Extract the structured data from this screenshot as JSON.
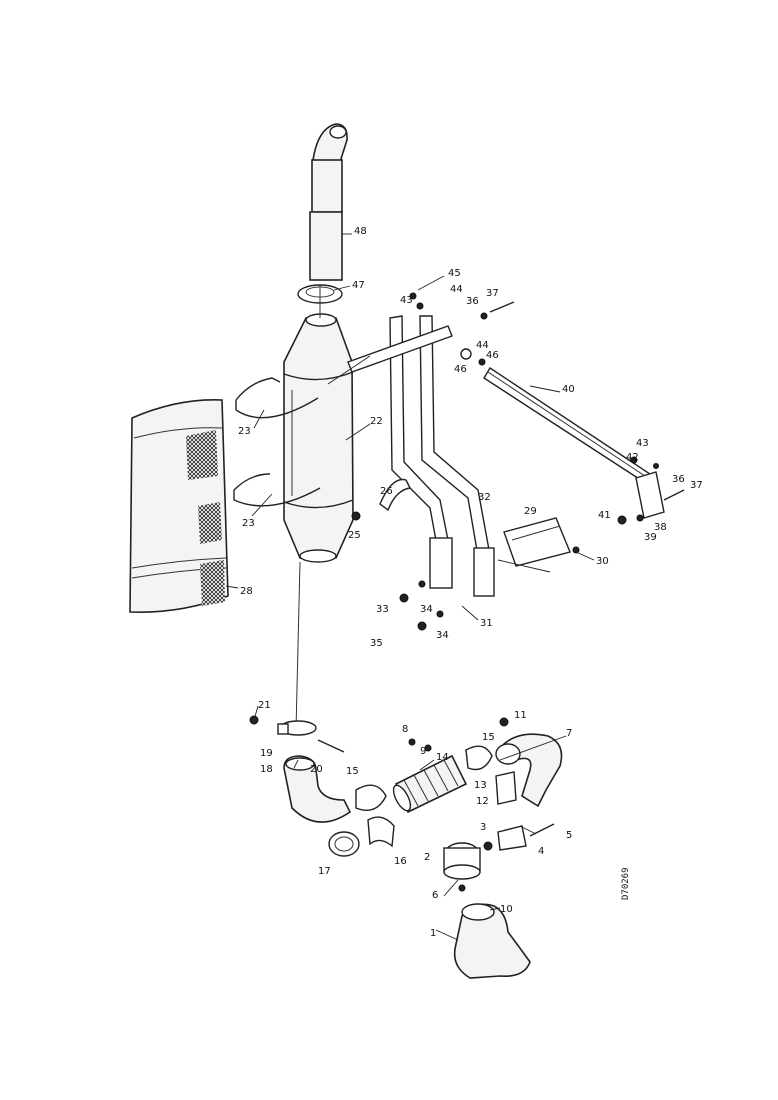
{
  "drawing_code": "D70269",
  "callouts": [
    {
      "id": "c48",
      "label": "48"
    },
    {
      "id": "c47",
      "label": "47"
    },
    {
      "id": "c45",
      "label": "45"
    },
    {
      "id": "c43a",
      "label": "43"
    },
    {
      "id": "c44a",
      "label": "44"
    },
    {
      "id": "c36a",
      "label": "36"
    },
    {
      "id": "c37a",
      "label": "37"
    },
    {
      "id": "c44b",
      "label": "44"
    },
    {
      "id": "c46a",
      "label": "46"
    },
    {
      "id": "c46b",
      "label": "46"
    },
    {
      "id": "c40",
      "label": "40"
    },
    {
      "id": "c22",
      "label": "22"
    },
    {
      "id": "c23a",
      "label": "23"
    },
    {
      "id": "c23b",
      "label": "23"
    },
    {
      "id": "c26",
      "label": "26"
    },
    {
      "id": "c25",
      "label": "25"
    },
    {
      "id": "c32",
      "label": "32"
    },
    {
      "id": "c29",
      "label": "29"
    },
    {
      "id": "c28",
      "label": "28"
    },
    {
      "id": "c43b",
      "label": "43"
    },
    {
      "id": "c42",
      "label": "42"
    },
    {
      "id": "c36b",
      "label": "36"
    },
    {
      "id": "c37b",
      "label": "37"
    },
    {
      "id": "c41",
      "label": "41"
    },
    {
      "id": "c38",
      "label": "38"
    },
    {
      "id": "c39",
      "label": "39"
    },
    {
      "id": "c30",
      "label": "30"
    },
    {
      "id": "c33a",
      "label": "33"
    },
    {
      "id": "c34a",
      "label": "34"
    },
    {
      "id": "c31",
      "label": "31"
    },
    {
      "id": "c35",
      "label": "35"
    },
    {
      "id": "c34b",
      "label": "34"
    },
    {
      "id": "c21",
      "label": "21"
    },
    {
      "id": "c19",
      "label": "19"
    },
    {
      "id": "c20",
      "label": "20"
    },
    {
      "id": "c18",
      "label": "18"
    },
    {
      "id": "c15a",
      "label": "15"
    },
    {
      "id": "c14",
      "label": "14"
    },
    {
      "id": "c8",
      "label": "8"
    },
    {
      "id": "c9",
      "label": "9"
    },
    {
      "id": "c15b",
      "label": "15"
    },
    {
      "id": "c11",
      "label": "11"
    },
    {
      "id": "c7",
      "label": "7"
    },
    {
      "id": "c13",
      "label": "13"
    },
    {
      "id": "c12",
      "label": "12"
    },
    {
      "id": "c3",
      "label": "3"
    },
    {
      "id": "c5",
      "label": "5"
    },
    {
      "id": "c4",
      "label": "4"
    },
    {
      "id": "c2",
      "label": "2"
    },
    {
      "id": "c6",
      "label": "6"
    },
    {
      "id": "c10",
      "label": "10"
    },
    {
      "id": "c1",
      "label": "1"
    },
    {
      "id": "c17",
      "label": "17"
    },
    {
      "id": "c16",
      "label": "16"
    }
  ]
}
